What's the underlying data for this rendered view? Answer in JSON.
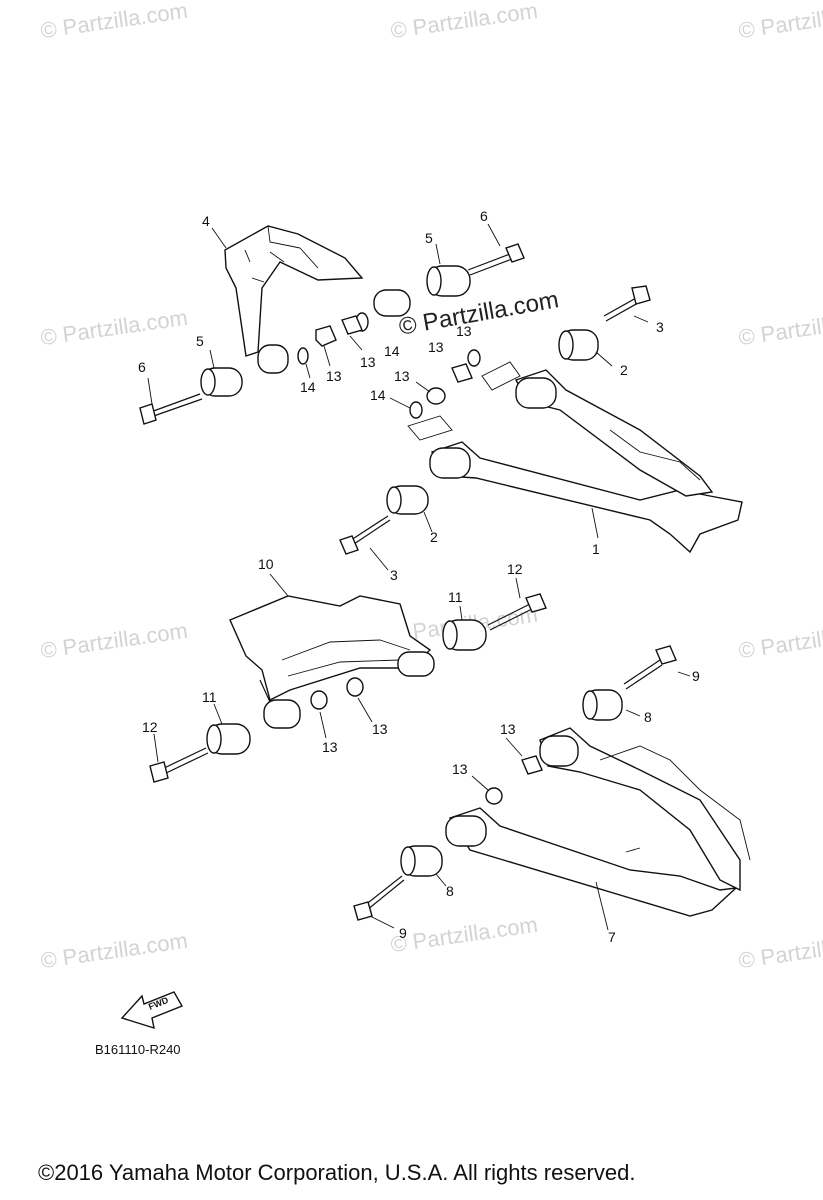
{
  "watermark": "© Partzilla.com",
  "center_watermark": "© Partzilla.com",
  "diagram_code": "B161110-R240",
  "fwd_label": "FWD",
  "copyright": "©2016  Yamaha Motor Corporation, U.S.A. All rights reserved.",
  "callouts": {
    "c1": "1",
    "c2a": "2",
    "c2b": "2",
    "c3a": "3",
    "c3b": "3",
    "c4": "4",
    "c5a": "5",
    "c5b": "5",
    "c6a": "6",
    "c6b": "6",
    "c7": "7",
    "c8a": "8",
    "c8b": "8",
    "c9a": "9",
    "c9b": "9",
    "c10": "10",
    "c11a": "11",
    "c11b": "11",
    "c12a": "12",
    "c12b": "12",
    "c13a": "13",
    "c13b": "13",
    "c13c": "13",
    "c13d": "13",
    "c13e": "13",
    "c13f": "13",
    "c13g": "13",
    "c13h": "13",
    "c13i": "13",
    "c14a": "14",
    "c14b": "14",
    "c14c": "14"
  }
}
